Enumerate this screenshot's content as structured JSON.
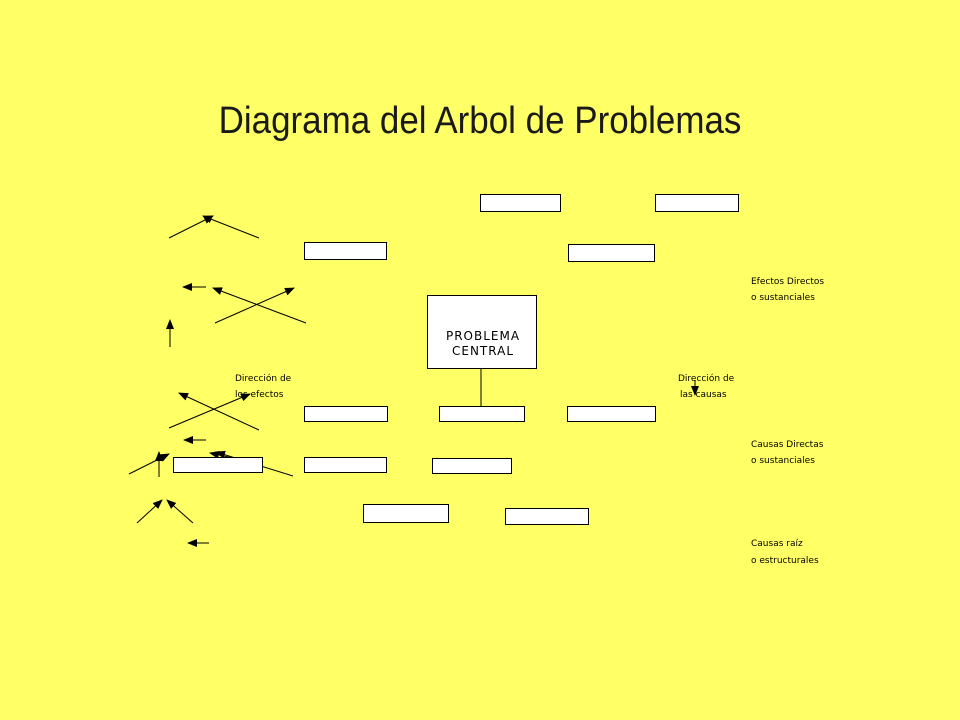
{
  "title": "Diagrama del Arbol de Problemas",
  "central_problem": {
    "line1": "PROBLEMA",
    "line2": "CENTRAL"
  },
  "direction_labels": {
    "effects": {
      "line1": "Dirección de",
      "line2": "los efectos"
    },
    "causes": {
      "line1": "Dirección de",
      "line2": "las causas"
    }
  },
  "legend": {
    "direct_effects": {
      "line1": "Efectos Directos",
      "line2": "o sustanciales"
    },
    "direct_causes": {
      "line1": "Causas Directas",
      "line2": "o sustanciales"
    },
    "root_causes": {
      "line1": "Causas raíz",
      "line2": "o estructurales"
    }
  },
  "colors": {
    "background": "#FFFF66",
    "box_fill": "#FFFFFF",
    "line": "#000000"
  }
}
